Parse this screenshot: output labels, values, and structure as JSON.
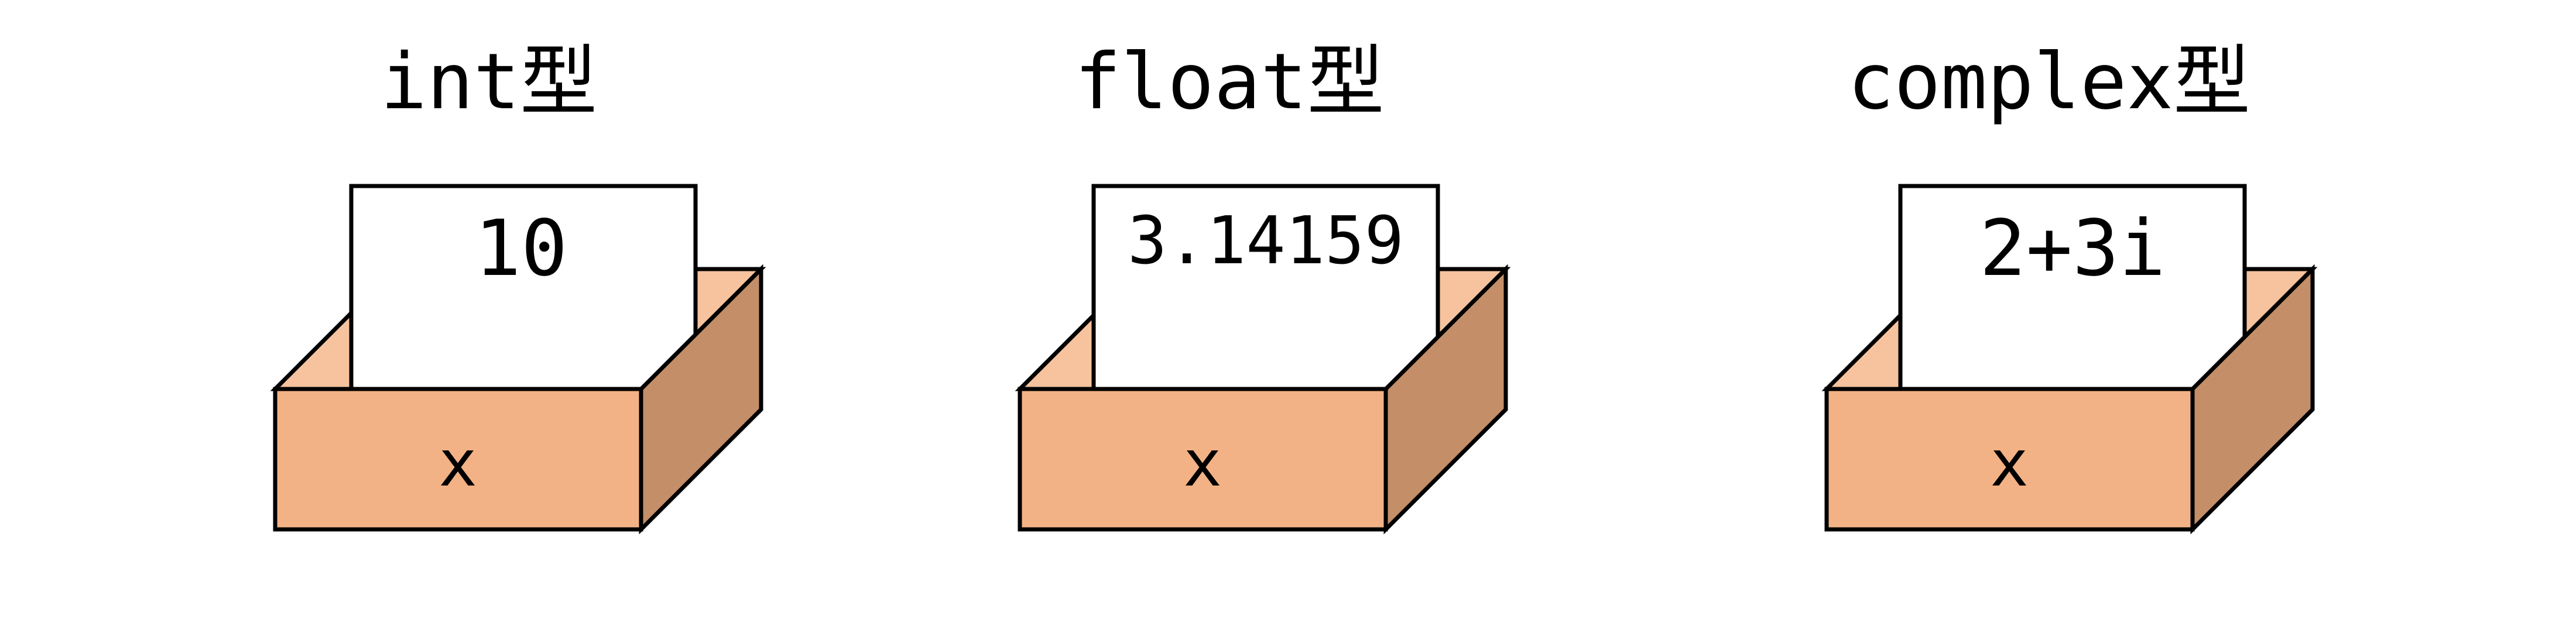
{
  "colors": {
    "box_front": "#f3b285",
    "box_inner": "#f6c39e",
    "box_side": "#c38e68",
    "card": "#ffffff",
    "outline": "#000000"
  },
  "boxes": [
    {
      "type_label": "int型",
      "value": "10",
      "variable": "x"
    },
    {
      "type_label": "float型",
      "value": "3.14159",
      "variable": "x"
    },
    {
      "type_label": "complex型",
      "value": "2+3i",
      "variable": "x"
    }
  ]
}
